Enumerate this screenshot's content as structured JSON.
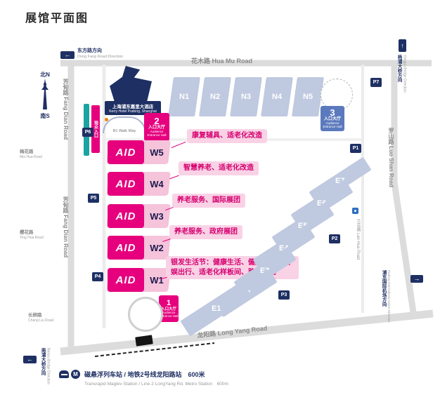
{
  "title": "展馆平面图",
  "colors": {
    "magenta": "#e6007e",
    "navy": "#1e2f63",
    "hall_blue": "#bfc9df",
    "pink_light": "#f9d2e6",
    "road_gray": "#dcdcdc",
    "callout_text": "#d6006f",
    "teal": "#19a3a3"
  },
  "compass": {
    "north": "北N",
    "south": "南S"
  },
  "roads": {
    "huamu": "花木路 Hua Mu Road",
    "fangdian": "芳甸路 Fang Dian Road",
    "luoshan": "罗山路 Luo Shan Road",
    "longyang": "龙阳路 Long Yang Road",
    "lanhua": "兰花路 Lan Hua Road",
    "meihua": {
      "zh": "梅花路",
      "en": "Mei Hua Road"
    },
    "yinghua": {
      "zh": "樱花路",
      "en": "Ying Hua Road"
    },
    "changliu": {
      "zh": "长柳路",
      "en": "Chang Liu Road"
    }
  },
  "directions": {
    "dongfang": {
      "zh": "东方路方向",
      "en": "Dong Fang Road Direction"
    },
    "yangpu": {
      "zh": "杨浦大桥方向",
      "en": "Yangpu Bridge Direction"
    },
    "nanpu": {
      "zh": "南浦大桥方向",
      "en": "Nanpu Bridge Direction"
    },
    "airport": {
      "zh": "浦东国际机场方向",
      "en": "Pudong International Airport Direction"
    }
  },
  "landmarks": {
    "hotel": {
      "zh": "上海浦东嘉里大酒店",
      "en": "Kerry Hotel Pudong, Shanghai"
    },
    "walkway": "B1 Walk Way",
    "entrance_strip": "观众入口"
  },
  "halls": {
    "north": [
      "N1",
      "N2",
      "N3",
      "N4",
      "N5"
    ],
    "west": [
      {
        "id": "W5",
        "logo": "AID"
      },
      {
        "id": "W4",
        "logo": "AID"
      },
      {
        "id": "W3",
        "logo": "AID"
      },
      {
        "id": "W2",
        "logo": "AID"
      },
      {
        "id": "W1",
        "logo": "AID"
      }
    ],
    "east": [
      "E7",
      "E6",
      "E5",
      "E4",
      "E3",
      "E2",
      "E1"
    ]
  },
  "callouts": [
    "康复辅具、适老化改造",
    "智慧养老、适老化改造",
    "养老服务、国际展团",
    "养老服务、政府展团",
    "银发生活节：健康生活、健康膳食、文娱出行、适老化样板间、路演活动"
  ],
  "parking": [
    "P1",
    "P2",
    "P3",
    "P4",
    "P5",
    "P6",
    "P7"
  ],
  "entrances": [
    {
      "num": "1",
      "zh": "入口大厅",
      "en": "Audience Entrance Hall"
    },
    {
      "num": "2",
      "zh": "入口大厅",
      "en": "Audience Entrance Hall"
    },
    {
      "num": "3",
      "zh": "入口大厅",
      "en": "Audience Entrance Hall"
    }
  ],
  "footer": {
    "zh": "磁悬浮列车站 / 地铁2号线龙阳路站　600米",
    "en": "Transrapid Maglev Station / Line 2 LongYang Rd. Metro Station　600m"
  }
}
